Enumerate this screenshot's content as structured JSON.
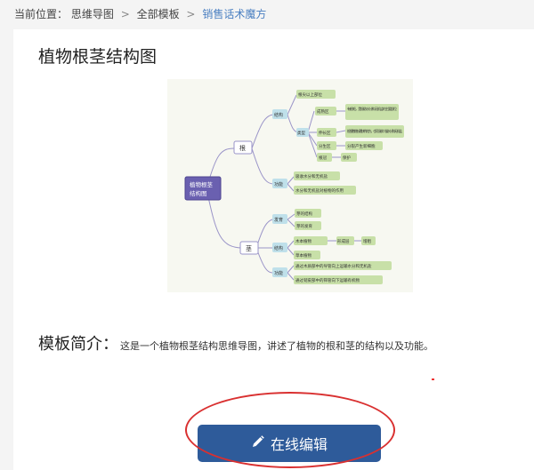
{
  "breadcrumb": {
    "prefix": "当前位置：",
    "items": [
      "思维导图",
      "全部模板",
      "销售话术魔方"
    ],
    "separator": ">"
  },
  "page_title": "植物根茎结构图",
  "mindmap": {
    "root": "植物根茎结构图",
    "branches": {
      "root_node": "根",
      "stem_node": "茎",
      "structure": "结构",
      "function": "功能",
      "type": "类型",
      "development": "发育"
    },
    "labels": {
      "above_soil": "根尖以上部位",
      "root_hair_zone": "成熟区",
      "root_hair_desc": "有根毛，是吸收水分和无机盐的主要部位",
      "elongation_zone": "伸长区",
      "elongation_desc": "根细胞增长最快的地方，也可吸收少量水分和无机盐",
      "meristem_zone": "分生区",
      "meristem_desc": "分裂产生新细胞",
      "root_cap": "根冠",
      "root_cap_desc": "保护",
      "root_func_1": "吸收水分和无机盐",
      "root_func_2": "水分和无机盐对植物的作用",
      "stem_dev_1": "芽的结构",
      "stem_dev_2": "芽的发育",
      "woody": "木本植物",
      "cambium": "形成层",
      "cambium_desc": "增粗",
      "herb": "草本植物",
      "stem_func_1": "通过木质部中的导管向上运输水分和无机盐",
      "stem_func_2": "通过韧皮部中的筛管向下运输有机物"
    }
  },
  "intro": {
    "label": "模板简介：",
    "text": "这是一个植物根茎结构思维导图，讲述了植物的根和茎的结构以及功能。"
  },
  "actions": {
    "edit_label": "在线编辑",
    "edit_icon": "pencil-icon"
  },
  "colors": {
    "accent": "#4a7fc1",
    "button": "#2e5b9a",
    "highlight": "#d93030",
    "root_node": "#6a60b0",
    "green_node": "#c8e0a8",
    "blue_node": "#bfe0ea"
  }
}
